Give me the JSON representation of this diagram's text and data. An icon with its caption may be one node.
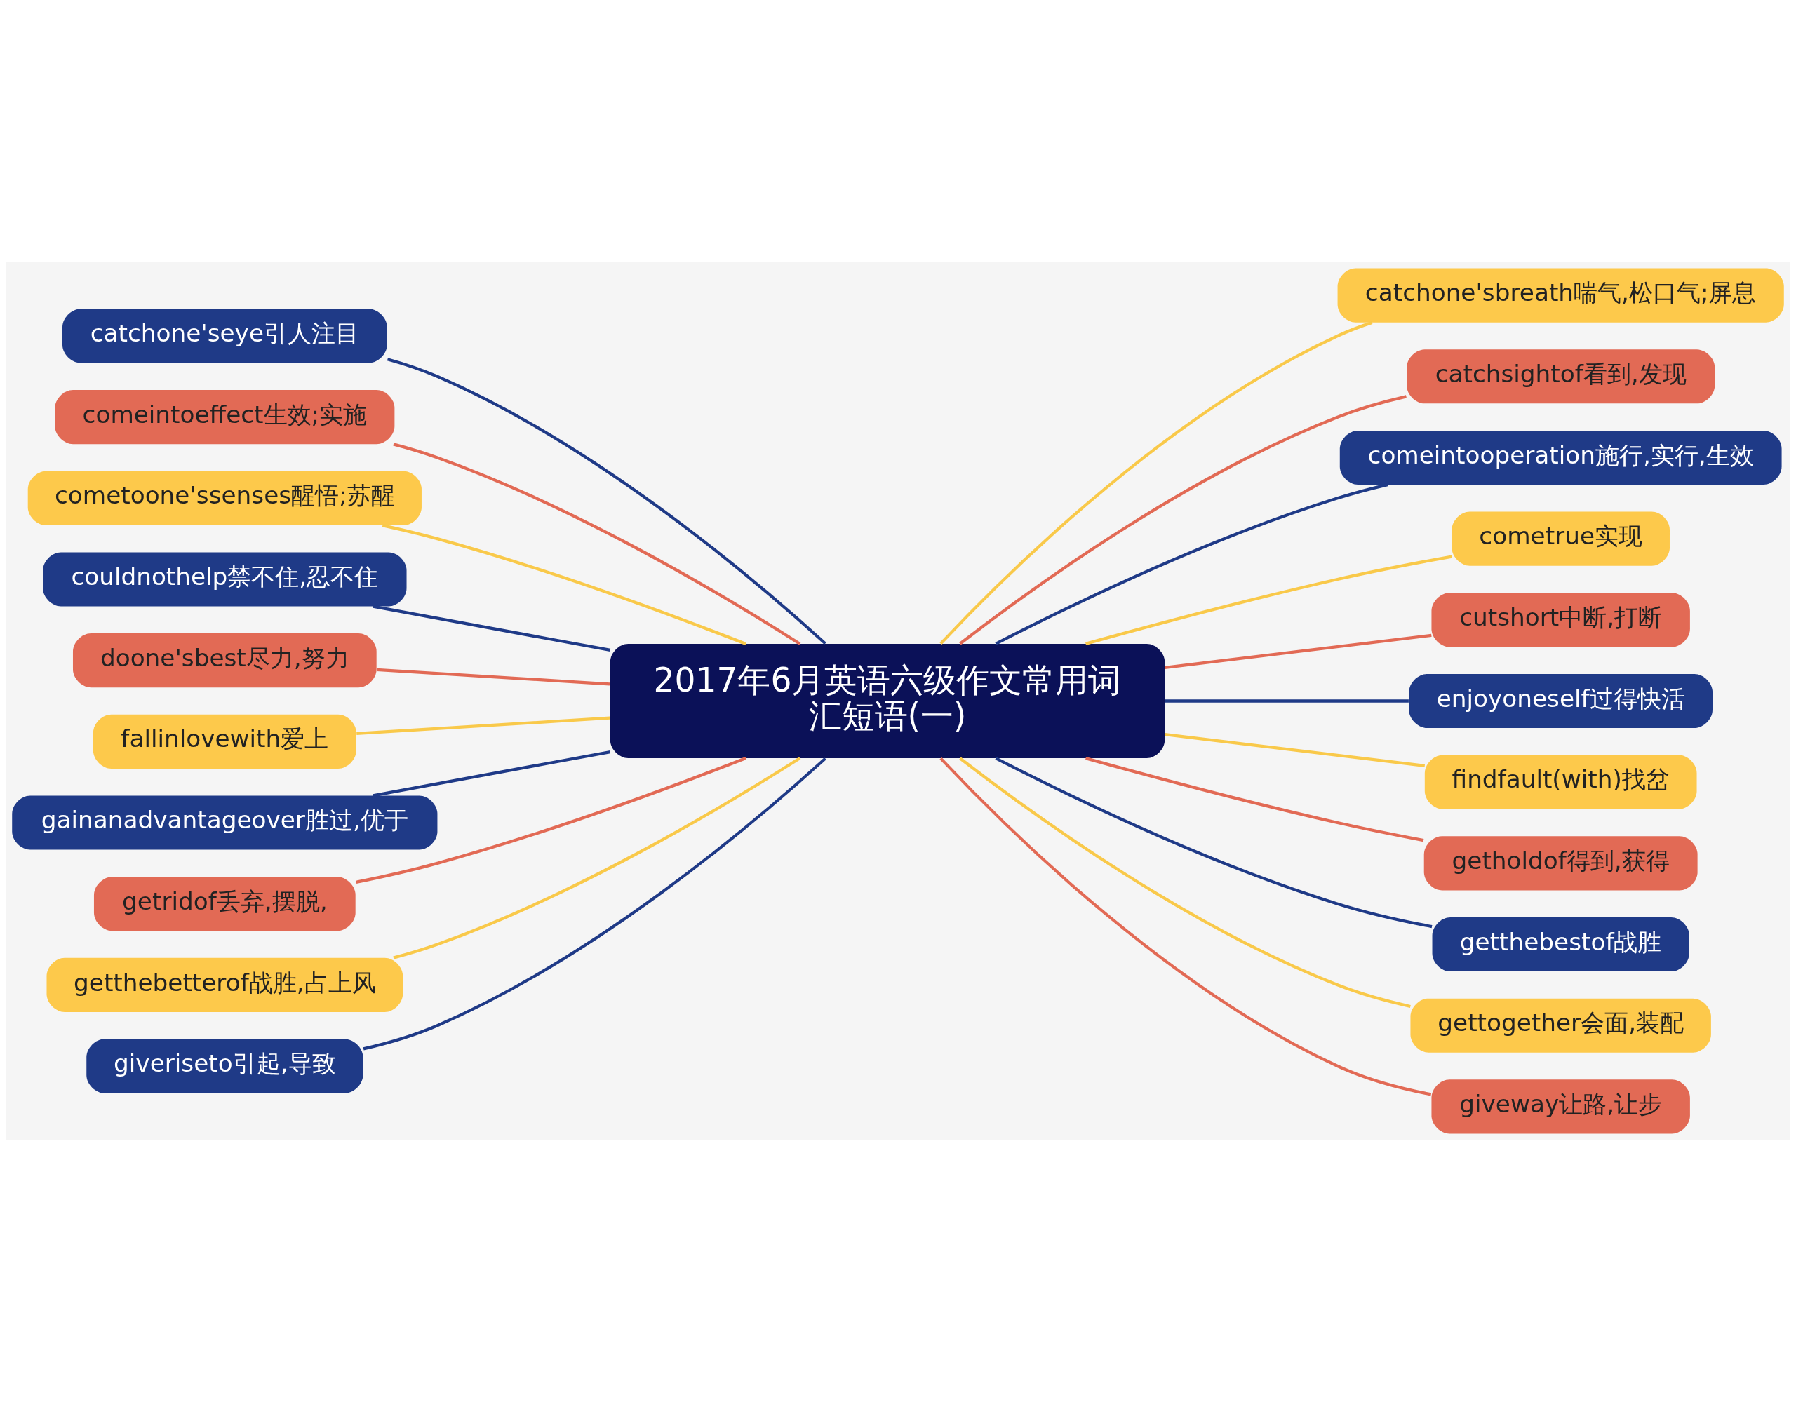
{
  "diagram": {
    "nodes": [
      {
        "text": [
          "2017年6月英语六级作文常用词汇短语(一)"
        ]
      },
      {
        "text": [
          "catchone'seye引人注目"
        ]
      },
      {
        "text": [
          "comeintoeffect生效;实施"
        ]
      },
      {
        "text": [
          "cometoone'ssenses醒悟;苏醒"
        ]
      },
      {
        "text": [
          "couldnothelp禁不住,忍不住"
        ]
      },
      {
        "text": [
          "doone'sbest尽力,努力"
        ]
      },
      {
        "text": [
          "fallinlovewith爱上"
        ]
      },
      {
        "text": [
          "gainanadvantageover胜过,优于"
        ]
      },
      {
        "text": [
          "getridof丢弃,摆脱,"
        ]
      },
      {
        "text": [
          "getthebetterof战胜,占上风"
        ]
      },
      {
        "text": [
          "giveriseto引起,导致"
        ]
      },
      {
        "text": [
          "catchone'sbreath喘气,松口气;屏息"
        ]
      },
      {
        "text": [
          "catchsightof看到,发现"
        ]
      },
      {
        "text": [
          "comeintooperation施行,实行,生效"
        ]
      },
      {
        "text": [
          "cometrue实现"
        ]
      },
      {
        "text": [
          "cutshort中断,打断"
        ]
      },
      {
        "text": [
          "enjoyoneself过得快活"
        ]
      },
      {
        "text": [
          "findfault(with)找岔"
        ]
      },
      {
        "text": [
          "getholdof得到,获得"
        ]
      },
      {
        "text": [
          "getthebestof战胜"
        ]
      },
      {
        "text": [
          "gettogether会面,装配"
        ]
      },
      {
        "text": [
          "giveway让路,让步"
        ]
      }
    ],
    "edges": [
      {
        "from": 0,
        "to": 1,
        "arrow": "none",
        "color": "#1f3a87"
      },
      {
        "from": 0,
        "to": 2,
        "arrow": "none",
        "color": "#e26a55"
      },
      {
        "from": 0,
        "to": 3,
        "arrow": "none",
        "color": "#f9c94a"
      },
      {
        "from": 0,
        "to": 4,
        "arrow": "none",
        "color": "#1f3a87"
      },
      {
        "from": 0,
        "to": 5,
        "arrow": "none",
        "color": "#e26a55"
      },
      {
        "from": 0,
        "to": 6,
        "arrow": "none",
        "color": "#f9c94a"
      },
      {
        "from": 0,
        "to": 7,
        "arrow": "none",
        "color": "#1f3a87"
      },
      {
        "from": 0,
        "to": 8,
        "arrow": "none",
        "color": "#e26a55"
      },
      {
        "from": 0,
        "to": 9,
        "arrow": "none",
        "color": "#f9c94a"
      },
      {
        "from": 0,
        "to": 10,
        "arrow": "none",
        "color": "#1f3a87"
      },
      {
        "from": 0,
        "to": 11,
        "arrow": "none",
        "color": "#f9c94a"
      },
      {
        "from": 0,
        "to": 12,
        "arrow": "none",
        "color": "#e26a55"
      },
      {
        "from": 0,
        "to": 13,
        "arrow": "none",
        "color": "#1f3a87"
      },
      {
        "from": 0,
        "to": 14,
        "arrow": "none",
        "color": "#f9c94a"
      },
      {
        "from": 0,
        "to": 15,
        "arrow": "none",
        "color": "#e26a55"
      },
      {
        "from": 0,
        "to": 16,
        "arrow": "none",
        "color": "#1f3a87"
      },
      {
        "from": 0,
        "to": 17,
        "arrow": "none",
        "color": "#f9c94a"
      },
      {
        "from": 0,
        "to": 18,
        "arrow": "none",
        "color": "#e26a55"
      },
      {
        "from": 0,
        "to": 19,
        "arrow": "none",
        "color": "#1f3a87"
      },
      {
        "from": 0,
        "to": 20,
        "arrow": "none",
        "color": "#f9c94a"
      },
      {
        "from": 0,
        "to": 21,
        "arrow": "none",
        "color": "#e26a55"
      }
    ]
  }
}
